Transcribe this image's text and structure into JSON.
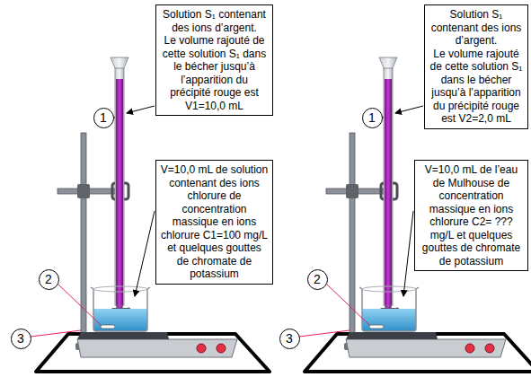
{
  "diagram": {
    "nodes": [
      {
        "text": [
          "Solution S₁ contenant des ions d’argent.",
          "Le volume rajouté de cette solution S₁ dans le bécher jusqu’à l’apparition du précipité rouge est V1=10,0 mL"
        ]
      },
      {
        "text": [
          "1"
        ]
      },
      {
        "text": [
          "V=10,0 mL de solution contenant des ions chlorure de concentration massique en ions chlorure C1=100 mg/L et quelques gouttes de chromate de potassium"
        ]
      },
      {
        "text": [
          "2"
        ]
      },
      {
        "text": [
          "3"
        ]
      },
      {
        "text": [
          "Solution S₁ contenant des ions d’argent.",
          "Le volume rajouté de cette solution S₁ dans le bécher jusqu’à l’apparition du précipité rouge est V2=2,0 mL"
        ]
      },
      {
        "text": [
          "1"
        ]
      },
      {
        "text": [
          "V=10,0 mL de l’eau de Mulhouse de concentration massique en ions chlorure C2= ??? mg/L et quelques gouttes de chromate de potassium"
        ]
      },
      {
        "text": [
          "2"
        ]
      },
      {
        "text": [
          "3"
        ]
      }
    ]
  }
}
